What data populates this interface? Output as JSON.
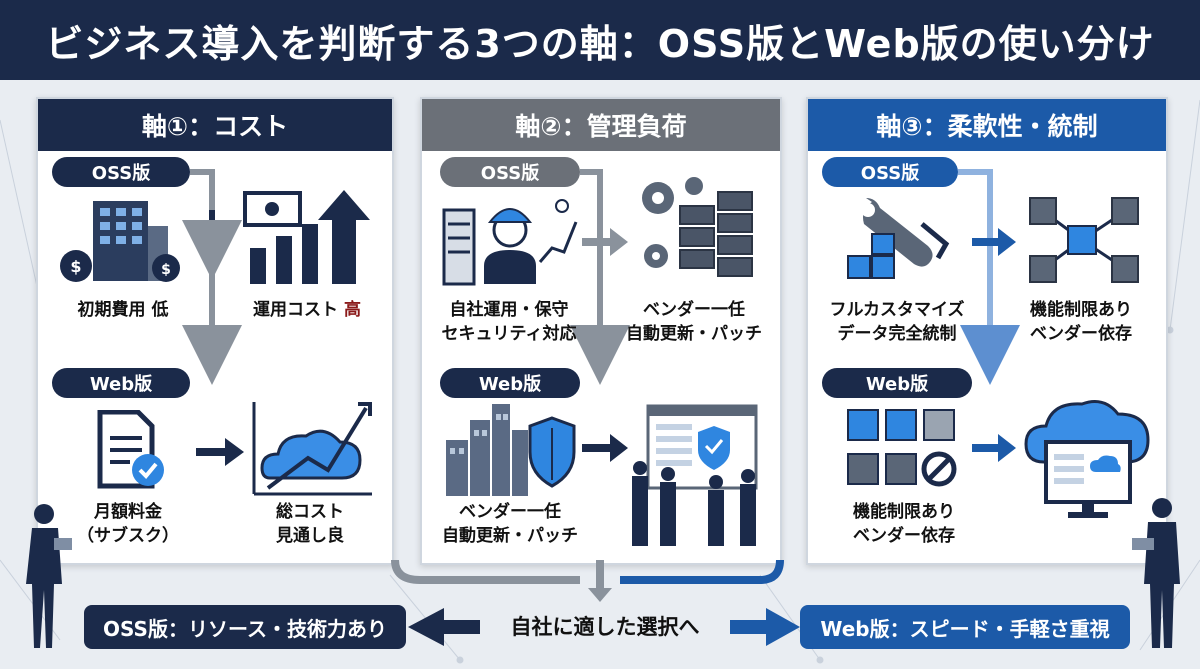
{
  "title": "ビジネス導入を判断する3つの軸：OSS版とWeb版の使い分け",
  "colors": {
    "navy": "#1b2a4a",
    "gray": "#6b7078",
    "blue": "#1c5aa8",
    "accent_red": "#8b1a1a"
  },
  "panels": [
    {
      "heading": "軸①：コスト",
      "oss_label": "OSS版",
      "web_label": "Web版",
      "oss_left": {
        "icon": "building-moneybag-icon",
        "line1": "初期費用 低"
      },
      "oss_right": {
        "icon": "rising-bar-chart-icon",
        "line1_main": "運用コスト ",
        "line1_hi": "高"
      },
      "web_left": {
        "icon": "document-check-icon",
        "line1": "月額料金",
        "line2": "（サブスク）"
      },
      "web_right": {
        "icon": "cloud-trend-icon",
        "line1": "総コスト",
        "line2": "見通し良"
      }
    },
    {
      "heading": "軸②：管理負荷",
      "oss_label": "OSS版",
      "web_label": "Web版",
      "oss_left": {
        "icon": "engineer-server-icon",
        "line1": "自社運用・保守",
        "line2": "セキュリティ対応"
      },
      "oss_right": {
        "icon": "gears-servers-icon",
        "line1": "ベンダー一任",
        "line2": "自動更新・パッチ"
      },
      "web_left": {
        "icon": "city-shield-icon",
        "line1": "ベンダー一任",
        "line2": "自動更新・パッチ"
      },
      "web_right": {
        "icon": "team-dashboard-icon"
      }
    },
    {
      "heading": "軸③：柔軟性・統制",
      "oss_label": "OSS版",
      "web_label": "Web版",
      "oss_left": {
        "icon": "wrench-cubes-icon",
        "line1": "フルカスタマイズ",
        "line2": "データ完全統制"
      },
      "oss_right": {
        "icon": "cube-network-icon",
        "line1": "機能制限あり",
        "line2": "ベンダー依存"
      },
      "web_left": {
        "icon": "cube-grid-blocked-icon",
        "line1": "機能制限あり",
        "line2": "ベンダー依存"
      },
      "web_right": {
        "icon": "cloud-monitor-icon"
      }
    }
  ],
  "bottom": {
    "left": "OSS版：リソース・技術力あり",
    "center": "自社に適した選択へ",
    "right": "Web版：スピード・手軽さ重視"
  }
}
